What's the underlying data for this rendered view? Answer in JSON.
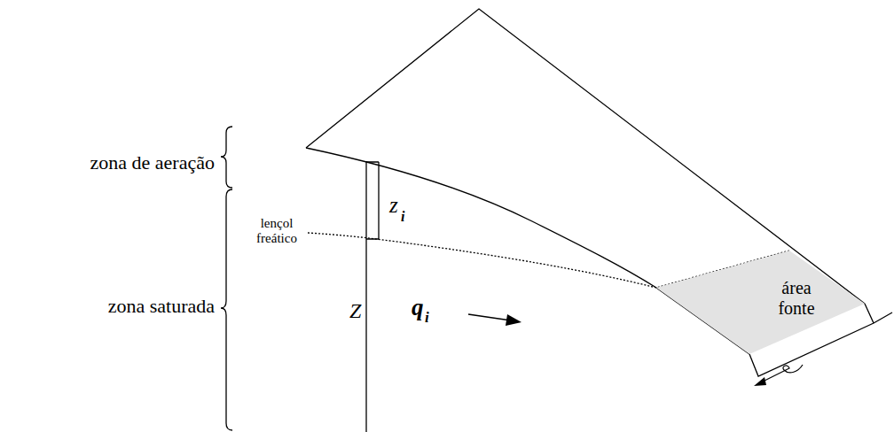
{
  "diagram": {
    "nodes": [
      {
        "text": [
          "área fonte"
        ]
      }
    ],
    "labels": [
      "zona de aeração",
      "lençol freático",
      "z",
      "i",
      "Z",
      "q",
      "i",
      "zona saturada"
    ]
  }
}
